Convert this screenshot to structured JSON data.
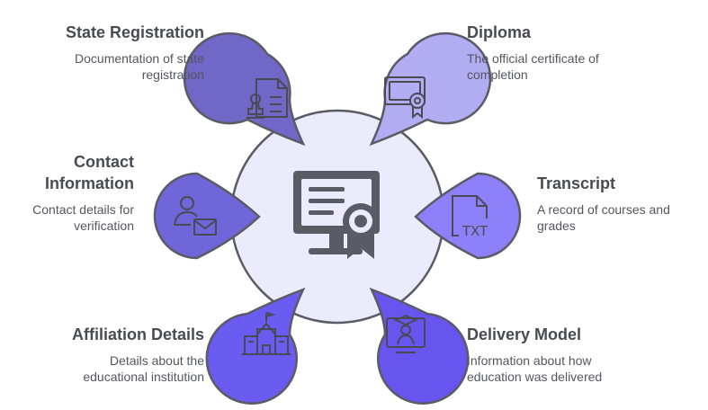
{
  "diagram": {
    "colors": {
      "center_fill": "#ecebfb",
      "outline": "#5b5b66",
      "icon": "#5b5b66",
      "state_registration": "#7067c6",
      "diploma": "#b2acf3",
      "contact_information": "#6f66d9",
      "transcript": "#8d80f8",
      "affiliation_details": "#6a5cf0",
      "delivery_model": "#6854ef"
    },
    "center_icon": "monitor-certificate-icon",
    "items": {
      "state_registration": {
        "title": "State Registration",
        "description": [
          "Documentation of state",
          "registration"
        ],
        "icon": "document-stamp-icon"
      },
      "diploma": {
        "title": "Diploma",
        "description": [
          "The official certificate of",
          "completion"
        ],
        "icon": "certificate-badge-icon"
      },
      "contact_information": {
        "title": [
          "Contact",
          "Information"
        ],
        "description": [
          "Contact details for",
          "verification"
        ],
        "icon": "user-mail-icon"
      },
      "transcript": {
        "title": "Transcript",
        "description": [
          "A record of courses and",
          "grades"
        ],
        "icon": "txt-file-icon",
        "icon_text": "TXT"
      },
      "affiliation_details": {
        "title": "Affiliation Details",
        "description": [
          "Details about the",
          "educational institution"
        ],
        "icon": "school-building-icon"
      },
      "delivery_model": {
        "title": "Delivery Model",
        "description": [
          "Information about how",
          "education was delivered"
        ],
        "icon": "online-education-icon"
      }
    }
  }
}
